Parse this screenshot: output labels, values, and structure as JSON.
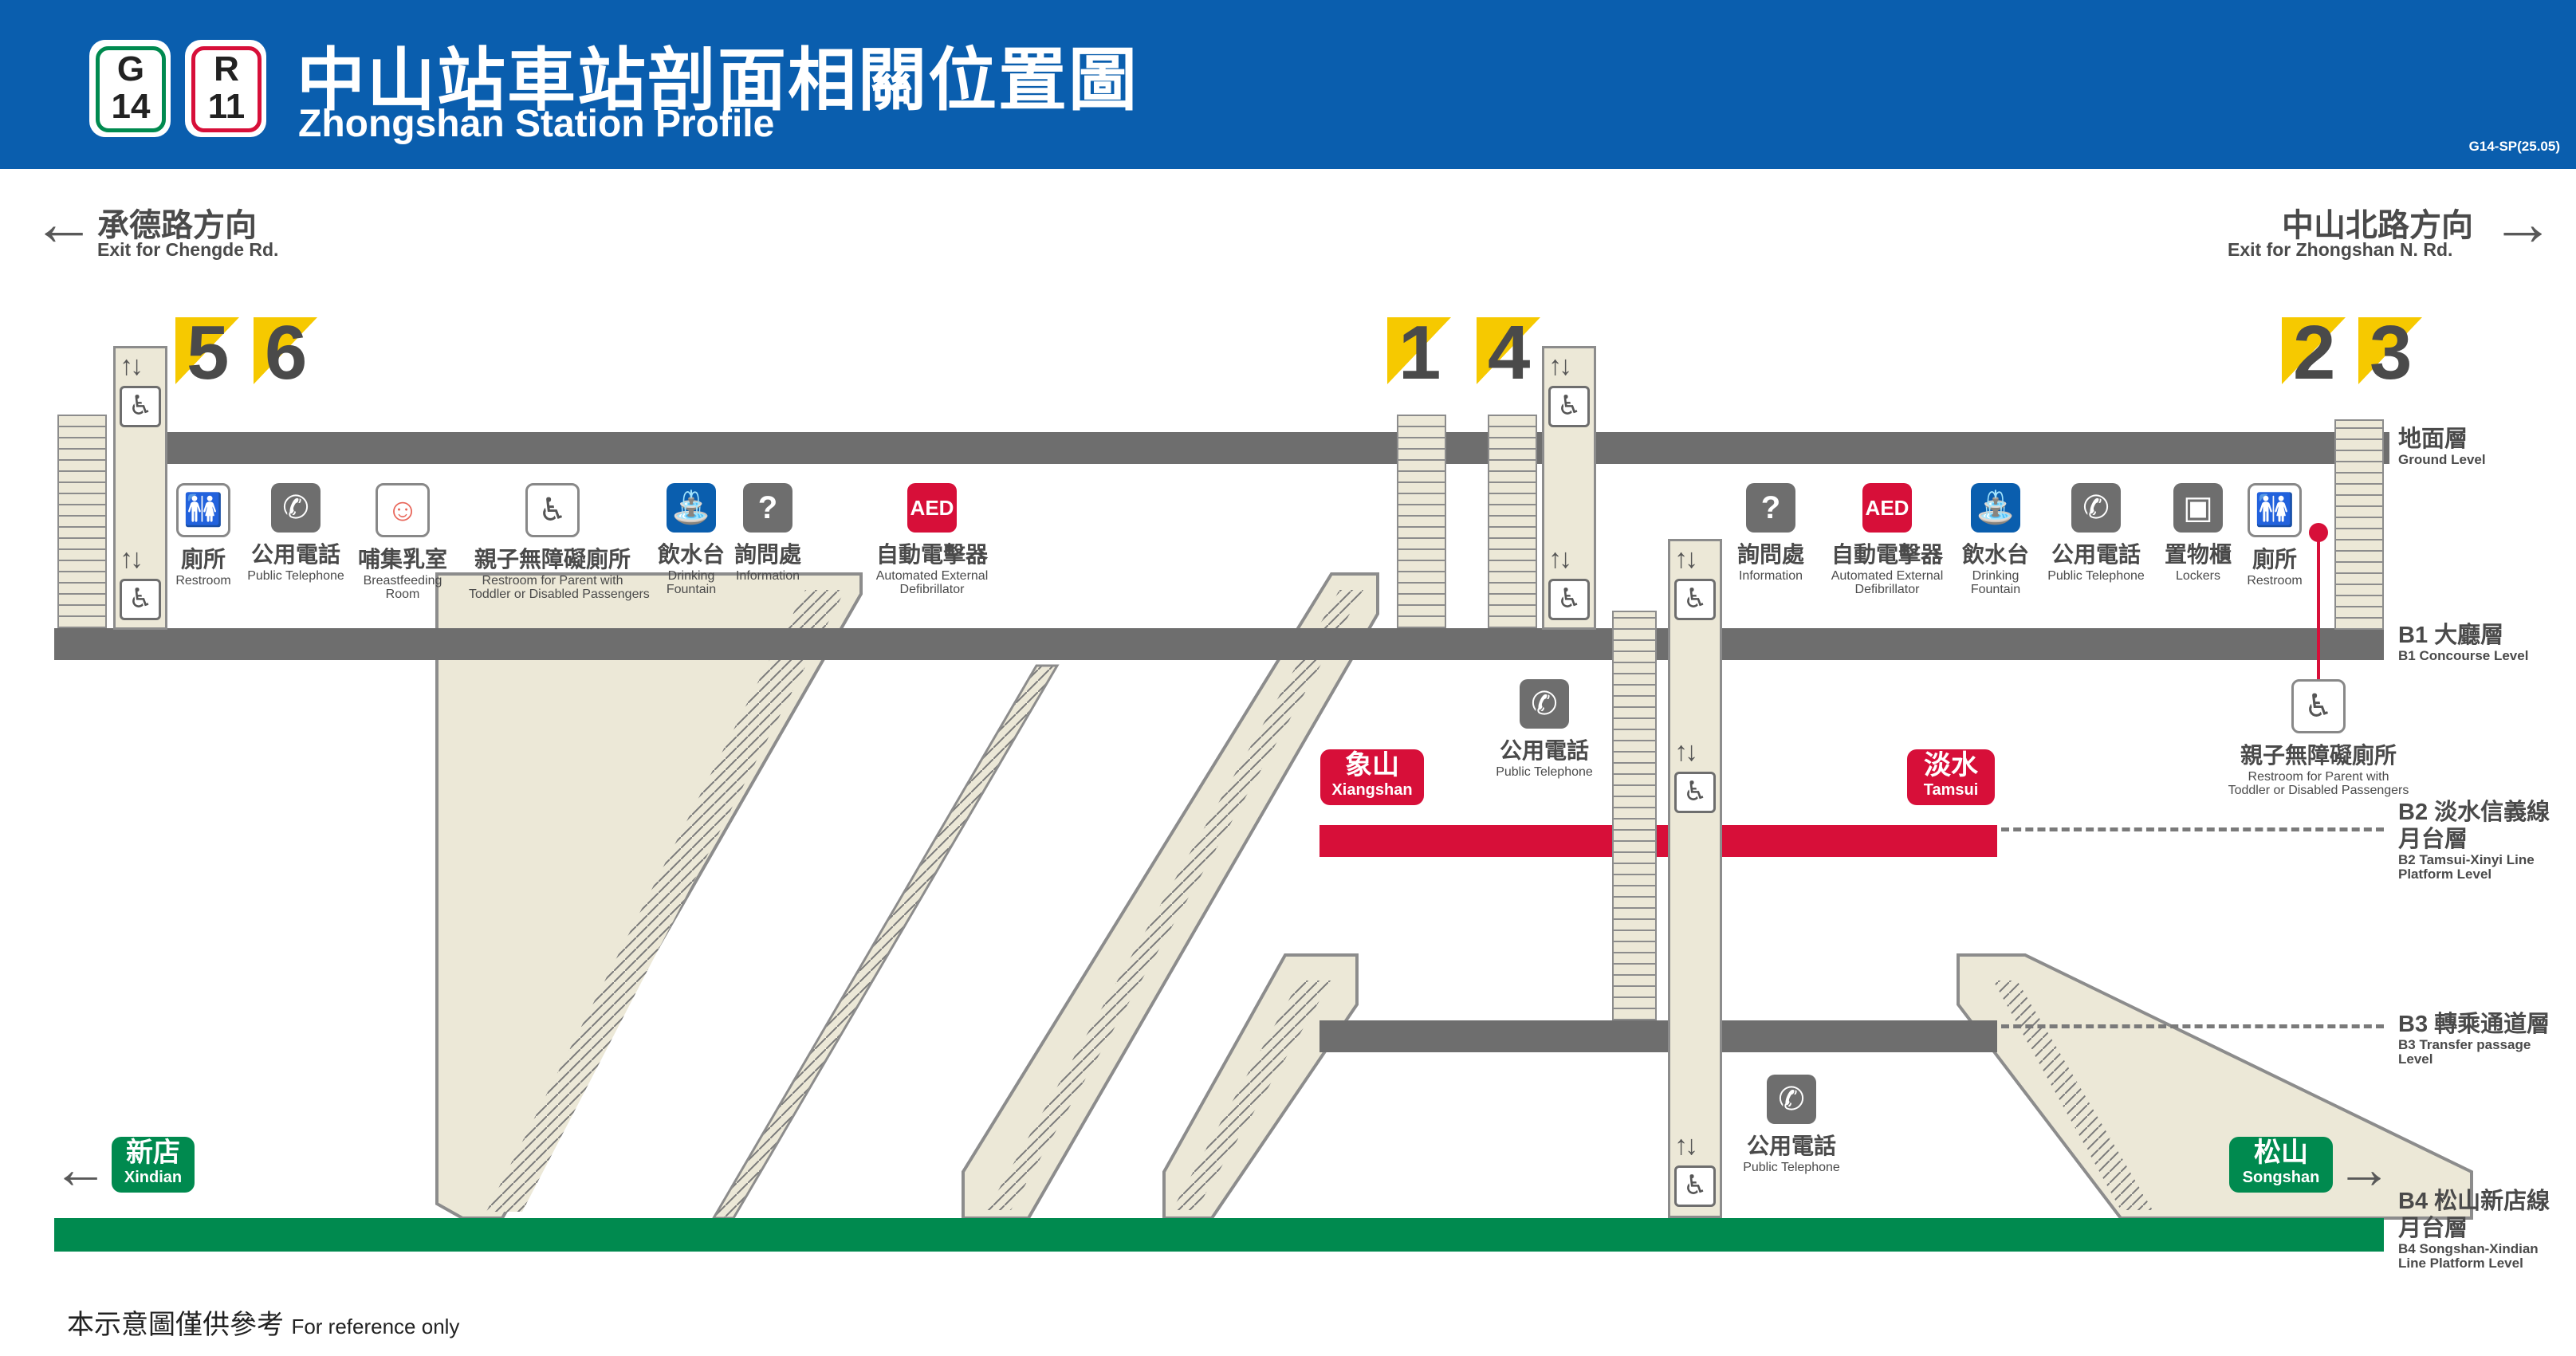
{
  "header": {
    "badges": [
      {
        "letter": "G",
        "number": "14",
        "color": "#008a4f"
      },
      {
        "letter": "R",
        "number": "11",
        "color": "#d70f39"
      }
    ],
    "title_zh": "中山站車站剖面相關位置圖",
    "title_en": "Zhongshan Station Profile",
    "doc_code": "G14-SP(25.05)"
  },
  "directions": {
    "left": {
      "zh": "承德路方向",
      "en": "Exit for Chengde Rd."
    },
    "right": {
      "zh": "中山北路方向",
      "en": "Exit for Zhongshan N. Rd."
    }
  },
  "exits": [
    "5",
    "6",
    "1",
    "4",
    "2",
    "3"
  ],
  "levels": {
    "ground": {
      "zh": "地面層",
      "en": "Ground Level"
    },
    "b1": {
      "zh": "B1 大廳層",
      "en": "B1 Concourse Level"
    },
    "b2": {
      "zh1": "B2 淡水信義線",
      "zh2": "月台層",
      "en1": "B2 Tamsui-Xinyi Line",
      "en2": "Platform Level"
    },
    "b3": {
      "zh": "B3 轉乘通道層",
      "en1": "B3 Transfer passage",
      "en2": "Level"
    },
    "b4": {
      "zh1": "B4 松山新店線",
      "zh2": "月台層",
      "en1": "B4 Songshan-Xindian",
      "en2": "Line Platform Level"
    }
  },
  "facilities_left": [
    {
      "zh": "廁所",
      "en1": "Restroom",
      "en2": "",
      "icon": "restroom-icon"
    },
    {
      "zh": "公用電話",
      "en1": "Public Telephone",
      "en2": "",
      "icon": "telephone-icon"
    },
    {
      "zh": "哺集乳室",
      "en1": "Breastfeeding",
      "en2": "Room",
      "icon": "breastfeeding-icon"
    },
    {
      "zh": "親子無障礙廁所",
      "en1": "Restroom for Parent with",
      "en2": "Toddler or Disabled Passengers",
      "icon": "family-restroom-icon"
    },
    {
      "zh": "飲水台",
      "en1": "Drinking",
      "en2": "Fountain",
      "icon": "drinking-fountain-icon"
    },
    {
      "zh": "詢問處",
      "en1": "Information",
      "en2": "",
      "icon": "information-icon"
    },
    {
      "zh": "自動電擊器",
      "en1": "Automated External",
      "en2": "Defibrillator",
      "icon": "aed-icon"
    }
  ],
  "facilities_right": [
    {
      "zh": "詢問處",
      "en1": "Information",
      "en2": "",
      "icon": "information-icon"
    },
    {
      "zh": "自動電擊器",
      "en1": "Automated External",
      "en2": "Defibrillator",
      "icon": "aed-icon"
    },
    {
      "zh": "飲水台",
      "en1": "Drinking",
      "en2": "Fountain",
      "icon": "drinking-fountain-icon"
    },
    {
      "zh": "公用電話",
      "en1": "Public Telephone",
      "en2": "",
      "icon": "telephone-icon"
    },
    {
      "zh": "置物櫃",
      "en1": "Lockers",
      "en2": "",
      "icon": "lockers-icon"
    },
    {
      "zh": "廁所",
      "en1": "Restroom",
      "en2": "",
      "icon": "restroom-icon"
    }
  ],
  "facility_b1_family": {
    "zh": "親子無障礙廁所",
    "en1": "Restroom for Parent with",
    "en2": "Toddler or Disabled Passengers"
  },
  "phone_b2": {
    "zh": "公用電話",
    "en": "Public Telephone"
  },
  "phone_b4": {
    "zh": "公用電話",
    "en": "Public Telephone"
  },
  "destinations": {
    "xiangshan": {
      "zh": "象山",
      "en": "Xiangshan",
      "color": "#d70f39"
    },
    "tamsui": {
      "zh": "淡水",
      "en": "Tamsui",
      "color": "#d70f39"
    },
    "xindian": {
      "zh": "新店",
      "en": "Xindian",
      "color": "#008a4f"
    },
    "songshan": {
      "zh": "松山",
      "en": "Songshan",
      "color": "#008a4f"
    }
  },
  "footer": {
    "zh": "本示意圖僅供參考",
    "en": "For reference only"
  },
  "colors": {
    "header_blue": "#0a5eae",
    "red_line": "#d70f39",
    "green_line": "#008a4f",
    "gray": "#6e6e6e",
    "exit_yellow": "#f6c900"
  }
}
